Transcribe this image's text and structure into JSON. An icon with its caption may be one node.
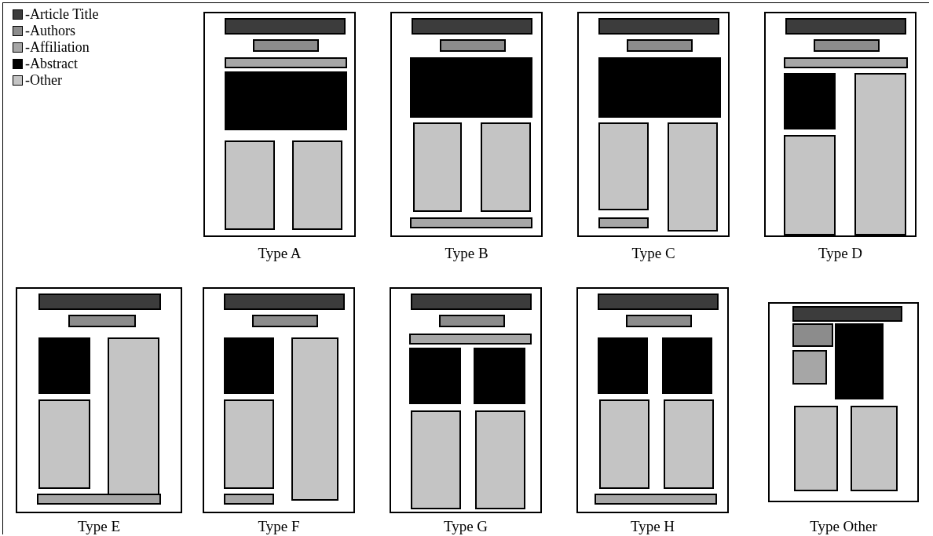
{
  "diagram": {
    "nodes": [
      {
        "text": [
          "Type A"
        ]
      },
      {
        "text": [
          "Type B"
        ]
      },
      {
        "text": [
          "Type C"
        ]
      },
      {
        "text": [
          "Type D"
        ]
      },
      {
        "text": [
          "Type E"
        ]
      },
      {
        "text": [
          "Type F"
        ]
      },
      {
        "text": [
          "Type G"
        ]
      },
      {
        "text": [
          "Type H"
        ]
      },
      {
        "text": [
          "Type Other"
        ]
      }
    ],
    "legend": [
      {
        "text": "-Article Title",
        "color": "#3c3c3c"
      },
      {
        "text": "-Authors",
        "color": "#8c8c8c"
      },
      {
        "text": "-Affiliation",
        "color": "#a6a6a6"
      },
      {
        "text": "-Abstract",
        "color": "#000000"
      },
      {
        "text": "-Other",
        "color": "#c4c4c4"
      }
    ]
  }
}
